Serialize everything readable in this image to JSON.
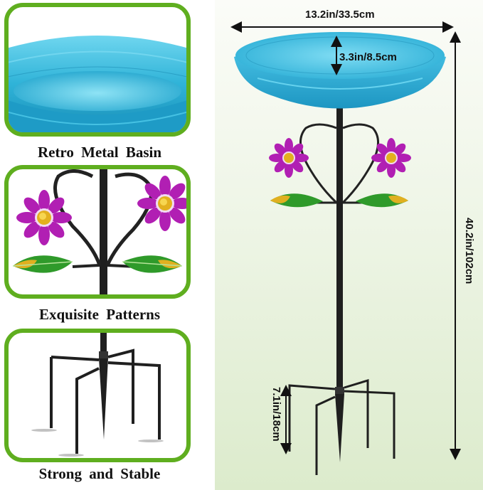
{
  "features": [
    {
      "caption": "Retro Metal Basin",
      "icon": "basin-closeup-image"
    },
    {
      "caption": "Exquisite Patterns",
      "icon": "flower-pattern-closeup-image"
    },
    {
      "caption": "Strong and Stable",
      "icon": "stake-base-closeup-image"
    }
  ],
  "dimensions": {
    "width": "13.2in/33.5cm",
    "basin_depth": "3.3in/8.5cm",
    "total_height": "40.2in/102cm",
    "base_height": "7.1in/18cm"
  },
  "colors": {
    "frame_green": "#5fae1f",
    "basin_blue": "#2fb3d8",
    "petal_purple": "#a020a8",
    "leaf_green": "#2f9a2a",
    "flower_center": "#e0b020",
    "background_green": "#dcebcc"
  }
}
